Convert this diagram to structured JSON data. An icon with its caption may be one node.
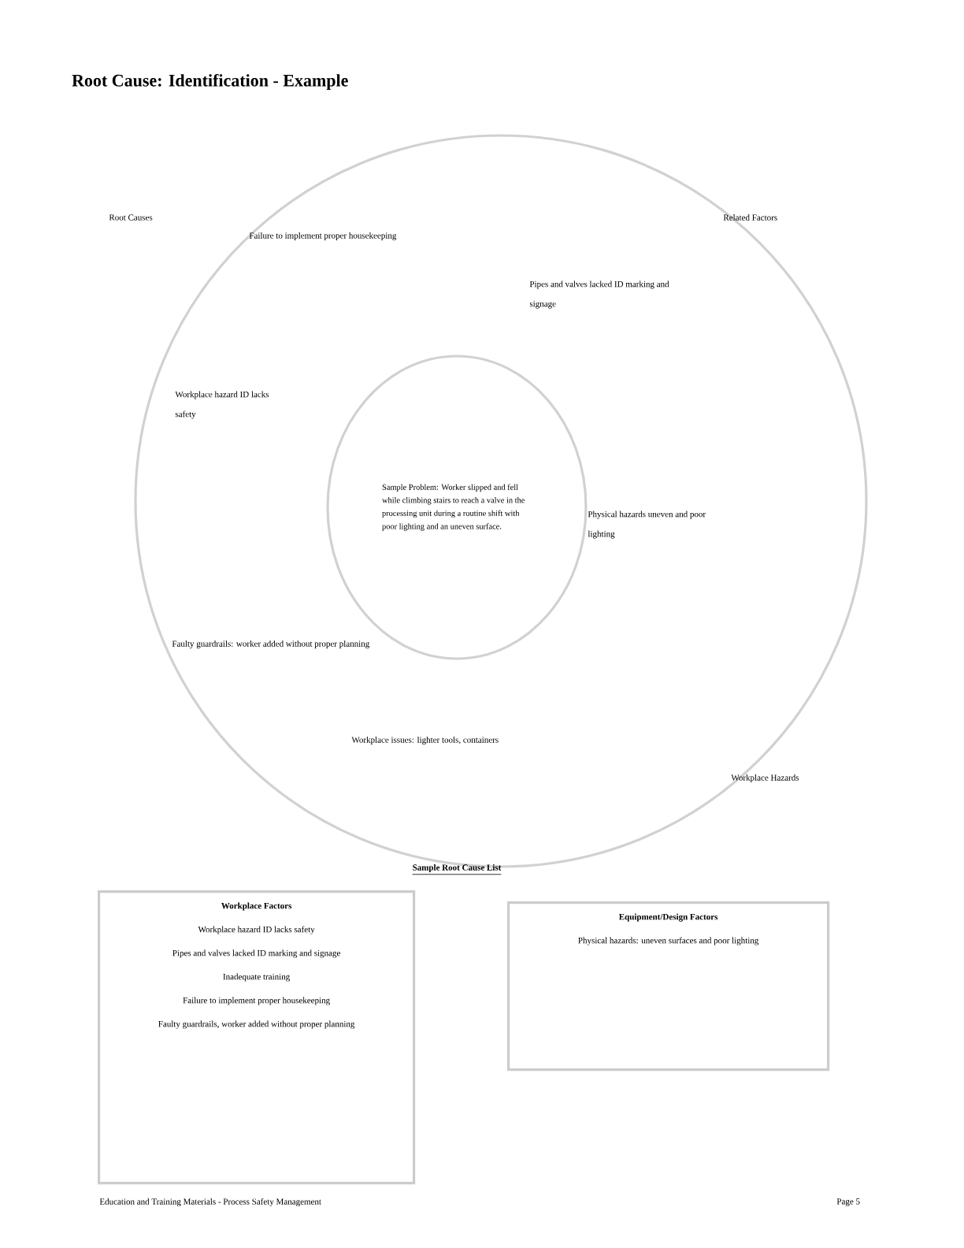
{
  "diagram": {
    "title": "Root Cause: Identification - Example",
    "nodes": [
      {
        "text": [],
        "shape": "circle"
      },
      {
        "text": [
          "Sample Problem: Worker slipped and fell while climbing stairs to reach a valve in the processing unit during a routine shift with poor lighting and an uneven surface."
        ],
        "in": 0
      },
      {
        "text": [
          "Workplace Factors",
          "Workplace hazard ID lacks safety",
          "Pipes and valves lacked ID marking and signage",
          "Inadequate training",
          "Failure to implement proper housekeeping",
          "Faulty guardrails, worker added without proper planning"
        ]
      },
      {
        "text": [
          "Equipment/Design Factors",
          "Physical hazards: uneven surfaces and poor lighting"
        ]
      }
    ],
    "edges": [],
    "labels": [
      "Root Causes",
      "Related Factors",
      "Failure to implement proper housekeeping",
      "Pipes and valves lacked ID marking and signage",
      "Workplace hazard ID lacks safety",
      "Physical hazards uneven and poor lighting",
      "Faulty guardrails: worker added without proper planning",
      "Workplace issues: lighter tools, containers",
      "Workplace Hazards",
      "Sample Root Cause List",
      "Education and Training Materials - Process Safety Management",
      "Page 5"
    ]
  }
}
